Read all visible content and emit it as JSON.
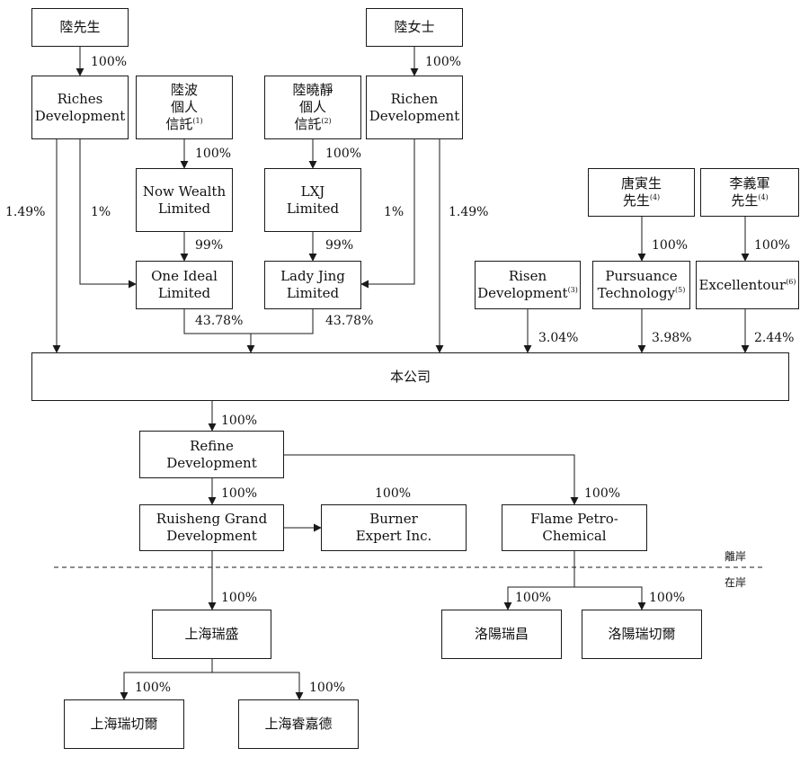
{
  "nodes": {
    "mr_lu": {
      "label": "陸先生"
    },
    "ms_lu": {
      "label": "陸女士"
    },
    "riches": {
      "label": "Riches\nDevelopment"
    },
    "lu_bo_trust": {
      "label": "陸波\n個人\n信託",
      "note": "(1)"
    },
    "lu_xiaojing_trust": {
      "label": "陸曉靜\n個人\n信託",
      "note": "(2)"
    },
    "richen": {
      "label": "Richen\nDevelopment"
    },
    "now_wealth": {
      "label": "Now Wealth\nLimited"
    },
    "lxj": {
      "label": "LXJ\nLimited"
    },
    "tang": {
      "label": "唐寅生\n先生",
      "note": "(4)"
    },
    "li": {
      "label": "李義軍\n先生",
      "note": "(4)"
    },
    "one_ideal": {
      "label": "One Ideal\nLimited"
    },
    "lady_jing": {
      "label": "Lady Jing\nLimited"
    },
    "risen": {
      "label": "Risen\nDevelopment",
      "note": "(3)"
    },
    "pursuance": {
      "label": "Pursuance\nTechnology",
      "note": "(5)"
    },
    "excellentour": {
      "label": "Excellentour",
      "note": "(6)"
    },
    "company": {
      "label": "本公司"
    },
    "refine": {
      "label": "Refine\nDevelopment"
    },
    "ruisheng_grand": {
      "label": "Ruisheng Grand\nDevelopment"
    },
    "burner": {
      "label": "Burner\nExpert Inc."
    },
    "flame": {
      "label": "Flame Petro-\nChemical"
    },
    "sh_ruisheng": {
      "label": "上海瑞盛"
    },
    "ly_ruichang": {
      "label": "洛陽瑞昌"
    },
    "ly_ruiqieer": {
      "label": "洛陽瑞切爾"
    },
    "sh_ruiqieer": {
      "label": "上海瑞切爾"
    },
    "sh_ruijiade": {
      "label": "上海睿嘉德"
    }
  },
  "percentages": {
    "mr_lu_riches": "100%",
    "ms_lu_richen": "100%",
    "lubo_nowwealth": "100%",
    "luxj_lxj": "100%",
    "riches_company": "1.49%",
    "riches_oneideal": "1%",
    "richen_ladyjing": "1%",
    "richen_company": "1.49%",
    "tang_pursuance": "100%",
    "li_excellentour": "100%",
    "nowwealth_oneideal": "99%",
    "lxj_ladyjing": "99%",
    "oneideal_company": "43.78%",
    "ladyjing_company": "43.78%",
    "risen_company": "3.04%",
    "pursuance_company": "3.98%",
    "excellentour_company": "2.44%",
    "company_refine": "100%",
    "refine_ruisheng": "100%",
    "ruisheng_burner": "100%",
    "refine_flame": "100%",
    "ruisheng_shruisheng": "100%",
    "flame_lyruichang": "100%",
    "flame_lyruiqieer": "100%",
    "shruisheng_shruiqieer": "100%",
    "shruisheng_shruijiade": "100%"
  },
  "zones": {
    "offshore": "離岸",
    "onshore": "在岸"
  }
}
